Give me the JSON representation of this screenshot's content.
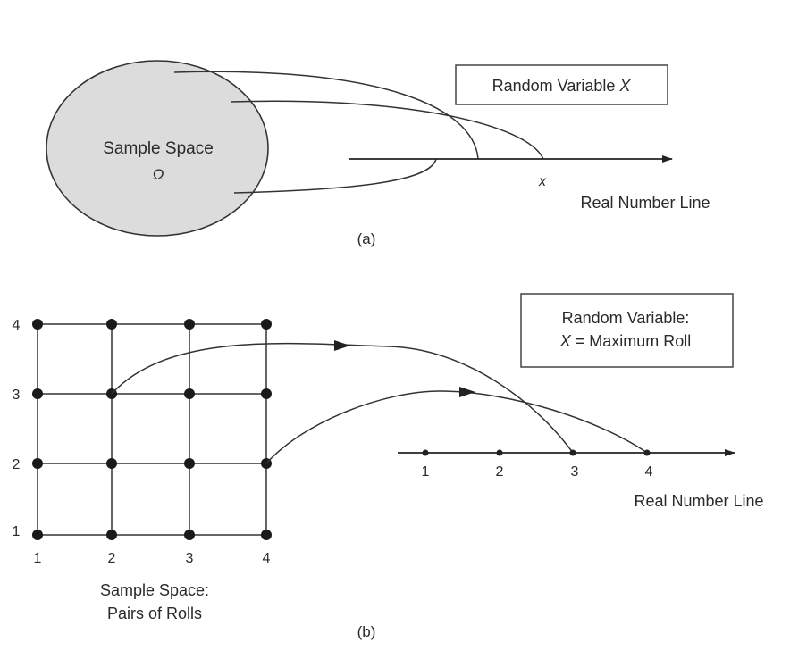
{
  "panel_a": {
    "sample_space_title": "Sample Space",
    "sample_space_symbol": "Ω",
    "rv_box_text": "Random Variable",
    "rv_box_var": "X",
    "x_marker": "x",
    "number_line_label": "Real Number Line",
    "caption": "(a)"
  },
  "panel_b": {
    "grid_y_ticks": [
      "1",
      "2",
      "3",
      "4"
    ],
    "grid_x_ticks": [
      "1",
      "2",
      "3",
      "4"
    ],
    "sample_space_line1": "Sample Space:",
    "sample_space_line2": "Pairs of Rolls",
    "rv_box_line1": "Random Variable:",
    "rv_box_var": "X",
    "rv_box_rest": "= Maximum Roll",
    "number_line_ticks": [
      "1",
      "2",
      "3",
      "4"
    ],
    "number_line_label": "Real Number Line",
    "caption": "(b)"
  }
}
